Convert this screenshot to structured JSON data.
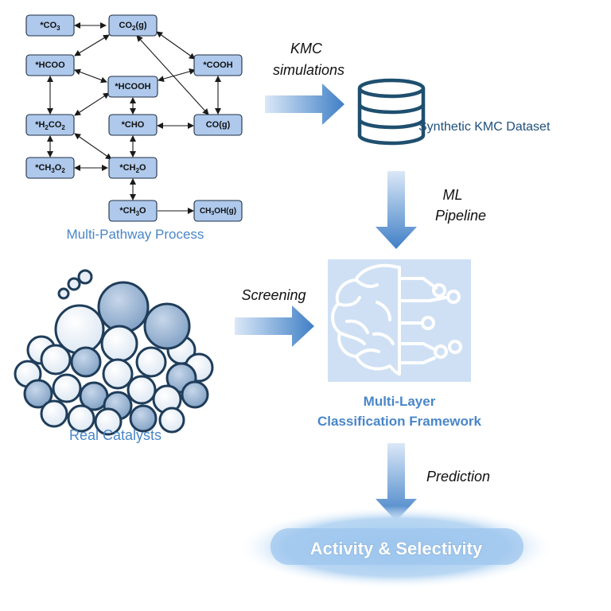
{
  "reaction_network": {
    "title": "Multi-Pathway Process",
    "nodes": {
      "co3": {
        "main": "*CO",
        "sub": "3",
        "tail": ""
      },
      "co2g": {
        "main": "CO",
        "sub": "2",
        "tail": "(g)"
      },
      "hcoo": {
        "main": "*HCOO",
        "sub": "",
        "tail": ""
      },
      "cooh": {
        "main": "*COOH",
        "sub": "",
        "tail": ""
      },
      "hcooh": {
        "main": "*HCOOH",
        "sub": "",
        "tail": ""
      },
      "h2co2": {
        "main": "*H",
        "sub": "2",
        "tail": "CO",
        "sub2": "2"
      },
      "cho": {
        "main": "*CHO",
        "sub": "",
        "tail": ""
      },
      "cog": {
        "main": "CO(g)",
        "sub": "",
        "tail": ""
      },
      "ch3o2": {
        "main": "*CH",
        "sub": "3",
        "tail": "O",
        "sub2": "2"
      },
      "ch2o": {
        "main": "*CH",
        "sub": "2",
        "tail": "O"
      },
      "ch3o": {
        "main": "*CH",
        "sub": "3",
        "tail": "O"
      },
      "ch3ohg": {
        "main": "CH",
        "sub": "3",
        "tail": "OH(g)"
      }
    }
  },
  "steps": {
    "kmc_line1": "KMC",
    "kmc_line2": "simulations",
    "ml_line1": "ML",
    "ml_line2": "Pipeline",
    "screening": "Screening",
    "prediction": "Prediction"
  },
  "dataset": {
    "label": "Synthetic KMC Dataset",
    "icon": "database-icon"
  },
  "catalysts": {
    "label": "Real Catalysts",
    "icon": "nanoparticle-catalyst-icon"
  },
  "framework": {
    "line1": "Multi-Layer",
    "line2": "Classification Framework",
    "icon": "brain-circuit-icon"
  },
  "result": {
    "label": "Activity & Selectivity"
  },
  "colors": {
    "accent": "#4a86c8",
    "node_fill": "#aec9ec",
    "arrow": "#4b86cc",
    "panel": "#cfe0f4"
  }
}
